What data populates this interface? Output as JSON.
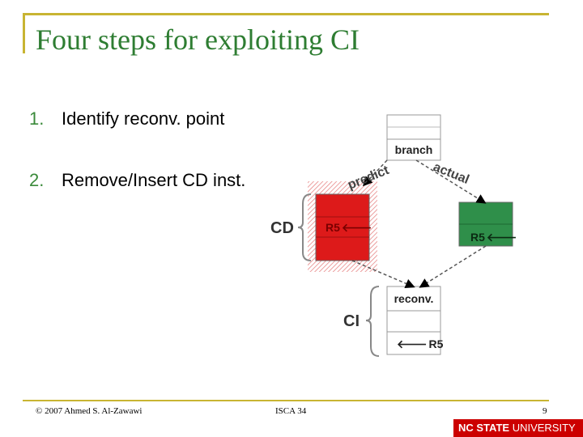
{
  "slide": {
    "title": "Four steps for exploiting CI",
    "bullets": [
      {
        "num": "1.",
        "text": "Identify reconv. point"
      },
      {
        "num": "2.",
        "text": "Remove/Insert CD inst."
      }
    ]
  },
  "diagram": {
    "branch_label": "branch",
    "predict_label": "predict",
    "actual_label": "actual",
    "cd_label": "CD",
    "ci_label": "CI",
    "r5_predicted": "R5",
    "r5_actual": "R5",
    "reconv_label": "reconv.",
    "r5_inserted": "R5",
    "arrow_glyph": "🡐"
  },
  "footer": {
    "copyright": "© 2007 Ahmed S. Al-Zawawi",
    "venue": "ISCA 34",
    "page": "9"
  },
  "logo": {
    "bold": "NC STATE",
    "light": " UNIVERSITY"
  },
  "colors": {
    "accent": "#c8b432",
    "title": "#2e7d32",
    "predicted_block": "#dd1a1a",
    "actual_block": "#2f8f4a",
    "logo_bg": "#cc0000"
  }
}
